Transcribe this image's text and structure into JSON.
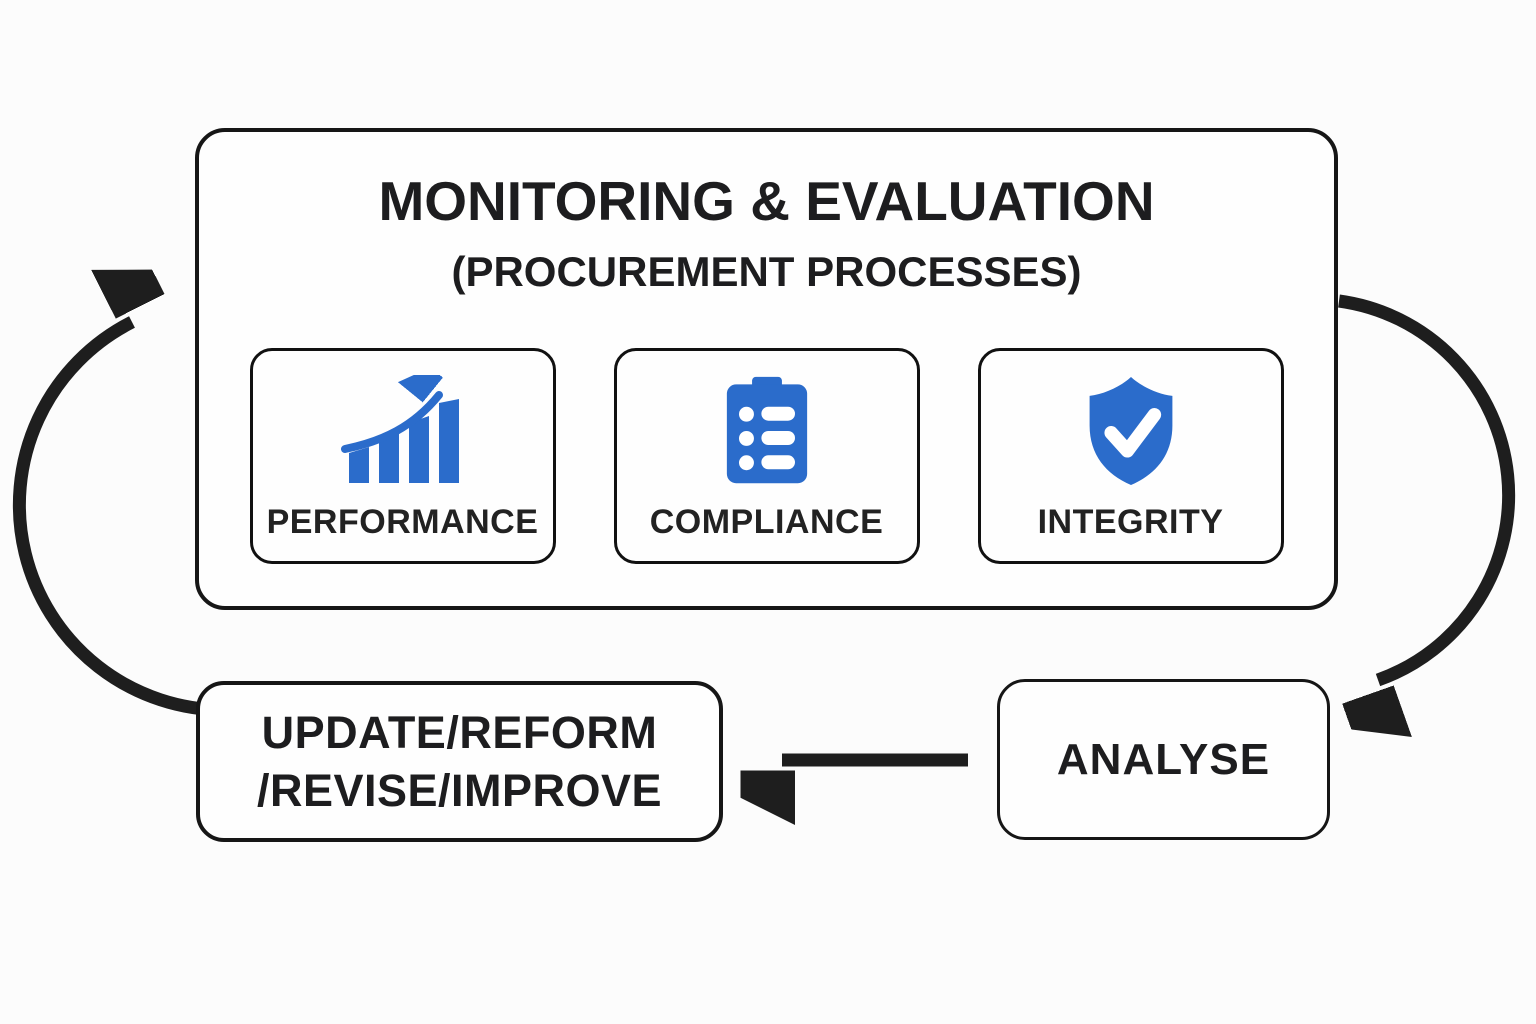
{
  "colors": {
    "accent_blue": "#2b6ccb",
    "ink": "#1e1e1e",
    "background": "#fcfcfc"
  },
  "main_panel": {
    "title": "MONITORING & EVALUATION",
    "subtitle": "(PROCUREMENT PROCESSES)",
    "cards": [
      {
        "label": "PERFORMANCE",
        "icon": "growth-bars-arrow-icon"
      },
      {
        "label": "COMPLIANCE",
        "icon": "checklist-clipboard-icon"
      },
      {
        "label": "INTEGRITY",
        "icon": "shield-check-icon"
      }
    ]
  },
  "nodes": {
    "update": {
      "line1": "UPDATE/REFORM",
      "line2": "/REVISE/IMPROVE"
    },
    "analyse": {
      "label": "ANALYSE"
    }
  },
  "arrows": {
    "left_cycle": "from update-reform box up to monitoring panel",
    "right_cycle": "from monitoring panel down to analyse box",
    "analyse_to_update": "from analyse box left to update-reform box"
  }
}
